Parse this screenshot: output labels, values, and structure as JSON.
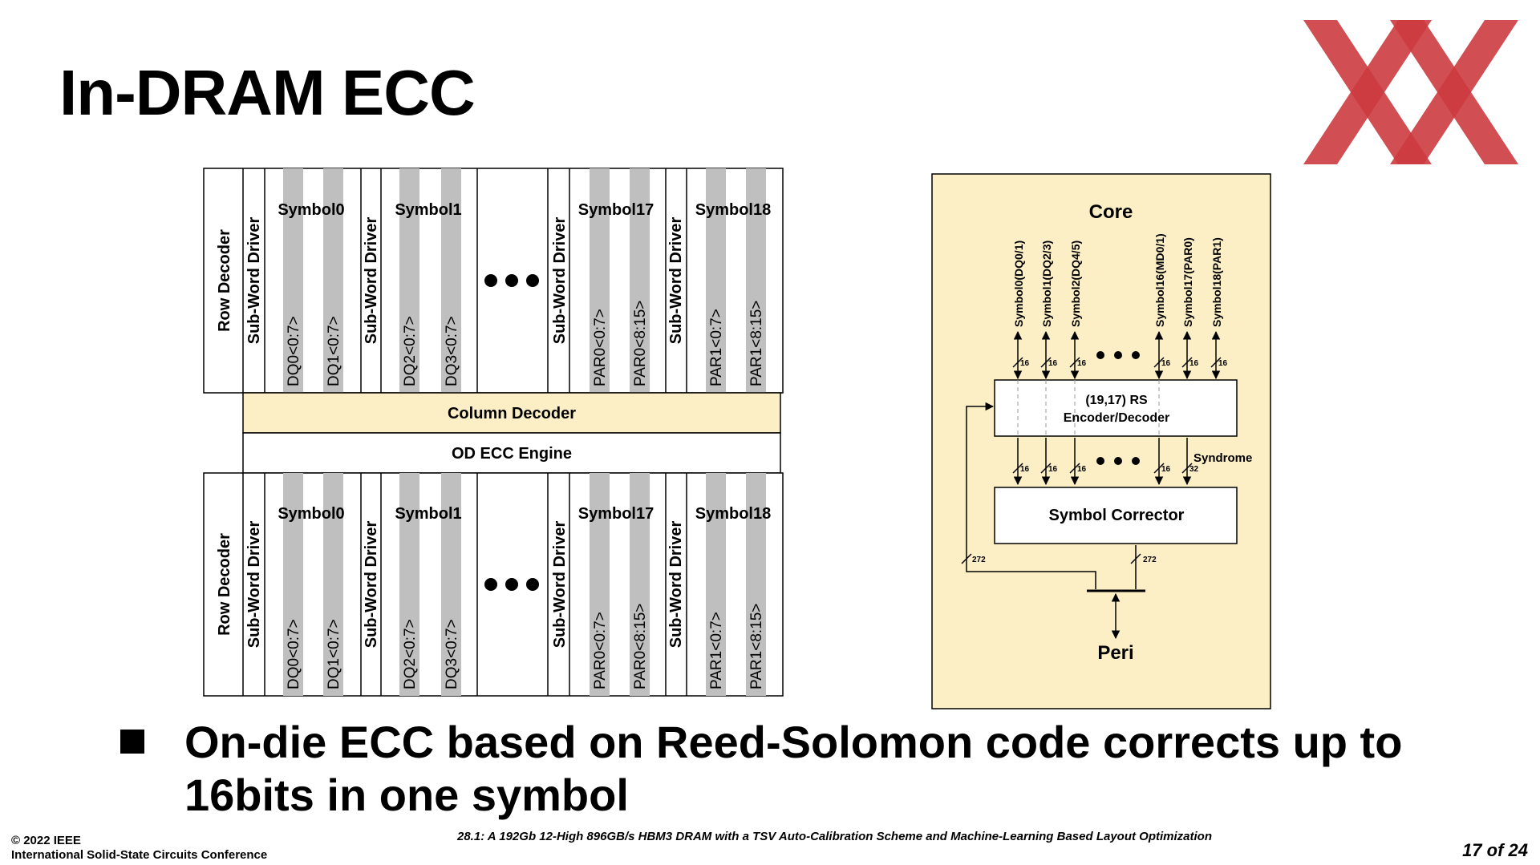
{
  "slide": {
    "title": "In-DRAM ECC",
    "bullet": "On-die ECC based on Reed-Solomon code corrects up to 16bits in one symbol",
    "footer_copyright": "© 2022 IEEE",
    "footer_conference": "International Solid-State Circuits Conference",
    "footer_paper": "28.1: A 192Gb 12-High 896GB/s HBM3 DRAM with a TSV Auto-Calibration Scheme and Machine-Learning Based Layout Optimization",
    "page": "17 of 24"
  },
  "colors": {
    "logo": "#cc3b3f",
    "core_fill": "#fcefc6",
    "column_decoder_fill": "#fcefc6",
    "dq_stripe": "#bfbfbf"
  },
  "left_diagram": {
    "row_decoder": "Row Decoder",
    "sub_word_driver": "Sub-Word Driver",
    "column_decoder": "Column Decoder",
    "od_ecc_engine": "OD ECC Engine",
    "symbols": [
      {
        "name": "Symbol0",
        "dq": [
          "DQ0<0:7>",
          "DQ1<0:7>"
        ]
      },
      {
        "name": "Symbol1",
        "dq": [
          "DQ2<0:7>",
          "DQ3<0:7>"
        ]
      },
      {
        "name": "Symbol17",
        "dq": [
          "PAR0<0:7>",
          "PAR0<8:15>"
        ]
      },
      {
        "name": "Symbol18",
        "dq": [
          "PAR1<0:7>",
          "PAR1<8:15>"
        ]
      }
    ]
  },
  "right_diagram": {
    "core": "Core",
    "symbol_signals": [
      "Symbol0(DQ0/1)",
      "Symbol1(DQ2/3)",
      "Symbol2(DQ4/5)",
      "Symbol16(MD0/1)",
      "Symbol17(PAR0)",
      "Symbol18(PAR1)"
    ],
    "bus_width": "16",
    "encoder_line1": "(19,17) RS",
    "encoder_line2": "Encoder/Decoder",
    "syndrome": "Syndrome",
    "syndrome_width": "32",
    "corrector": "Symbol Corrector",
    "feedback_width": "272",
    "output_width": "272",
    "peri": "Peri"
  }
}
